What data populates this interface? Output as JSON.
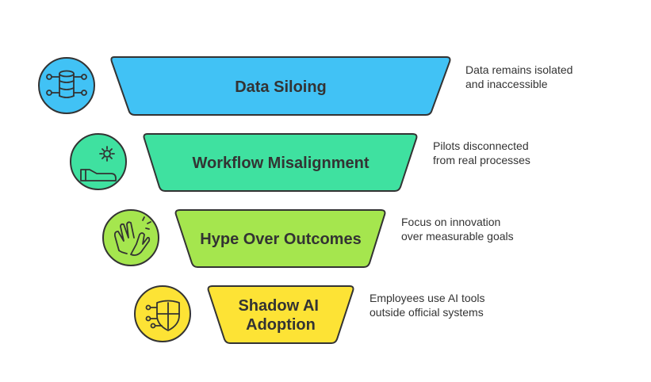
{
  "diagram": {
    "stages": [
      {
        "id": "data-siloing",
        "title_lines": [
          "Data Siloing"
        ],
        "description_lines": [
          "Data remains isolated",
          "and inaccessible"
        ],
        "color": "#41C2F5",
        "icon": "database-network-icon"
      },
      {
        "id": "workflow-misalignment",
        "title_lines": [
          "Workflow Misalignment"
        ],
        "description_lines": [
          "Pilots disconnected",
          "from real processes"
        ],
        "color": "#3FE1A0",
        "icon": "hand-gear-icon"
      },
      {
        "id": "hype-over-outcomes",
        "title_lines": [
          "Hype Over Outcomes"
        ],
        "description_lines": [
          "Focus on innovation",
          "over measurable goals"
        ],
        "color": "#A5E64E",
        "icon": "clapping-hands-icon"
      },
      {
        "id": "shadow-ai-adoption",
        "title_lines": [
          "Shadow AI",
          "Adoption"
        ],
        "description_lines": [
          "Employees use AI tools",
          "outside official systems"
        ],
        "color": "#FDE335",
        "icon": "shield-circuit-icon"
      }
    ],
    "outline_color": "#333333"
  }
}
